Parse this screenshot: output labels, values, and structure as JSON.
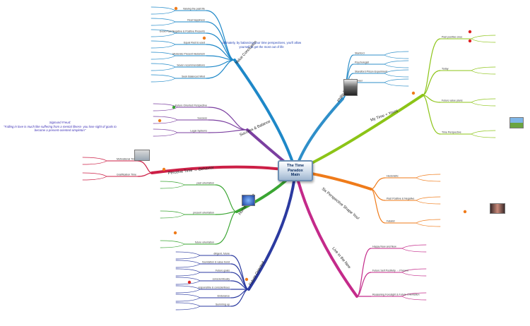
{
  "center": {
    "line1": "The Time Paradox",
    "line2": "Main"
  },
  "colors": {
    "blue": "#1e88c8",
    "purple": "#7b3fa0",
    "red": "#cc1f46",
    "green": "#3aa532",
    "navy": "#2b3aa0",
    "magenta": "#c42a8a",
    "orange": "#ef7b1a",
    "lime": "#8cc417",
    "steel": "#2f8fc9"
  },
  "branches": {
    "value": {
      "label": "Value Conclusion",
      "children": [
        "Valuing the past life",
        "Real happiness",
        "Good Past Negative & Positive Presents",
        "Equal Rest is used",
        "Moderate Present Hedonism",
        "Seven recommendations",
        "Seek Balanced Mind"
      ]
    },
    "success": {
      "label": "Success & Balance",
      "children": [
        "Future Oriented Perspective",
        "Success",
        "Legal Systems"
      ]
    },
    "perceive": {
      "label": "Perceive Time → Behavior",
      "children": [
        "Motivational Time",
        "Gratification Time"
      ]
    },
    "human": {
      "label": "Human Nature",
      "children": [
        "past orientation",
        "present orientation",
        "future orientation"
      ]
    },
    "focus": {
      "label": "Future Oriented",
      "children": [
        "diligent, future",
        "foundation & value bond",
        "Future goals",
        "conscientiously",
        "responsible & conscientious",
        "Endurance",
        "Summing up"
      ]
    },
    "zimbardo": {
      "label": "Philip Zimbardo",
      "children": [
        "Stanford",
        "Psychologist",
        "Standford Prison Experiment",
        "Career"
      ]
    },
    "mytime": {
      "label": "My Time + Yours",
      "children": [
        "Past positive ones",
        "Today",
        "Future value plans",
        "Time Perspective"
      ]
    },
    "six": {
      "label": "Six Perspective Shape You!",
      "children": [
        "Hedonistic",
        "Past Positive & Negative",
        "Fatalist"
      ]
    },
    "live": {
      "label": "Live in the Now",
      "children": [
        "Happy Now and Now",
        "Future Self Positivity → Present",
        "Reasoning Foresight & Future Orientation"
      ]
    }
  },
  "notes": {
    "top": "Ultimately, by balancing your time perspectives, you'll allow yourself to get the most out of life",
    "quote_author": "Sigmund Freud:",
    "quote_text": "\"Falling in love is much like suffering from a mental illness- you lose sight of goals to become a present-oriented simpleton\""
  }
}
